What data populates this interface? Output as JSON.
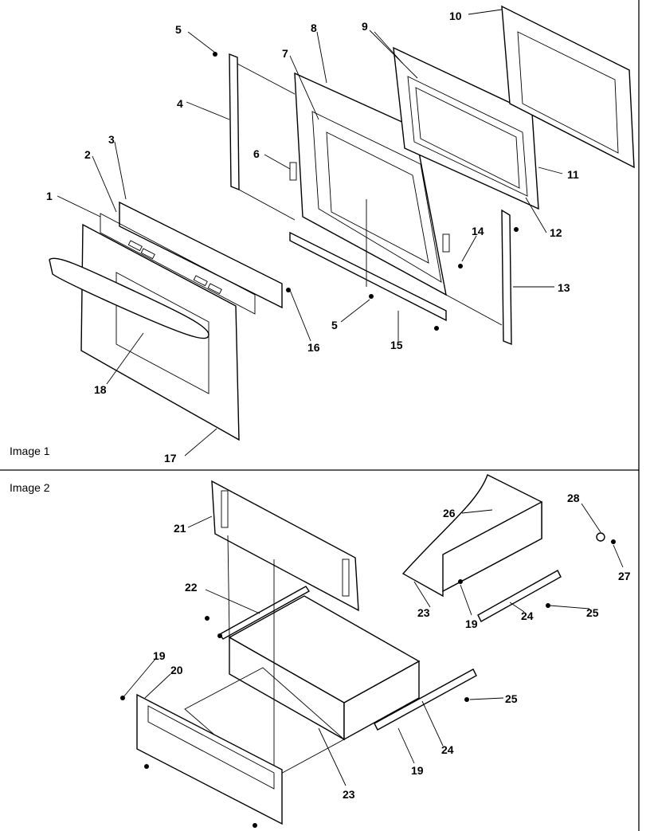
{
  "captions": {
    "image1": "Image 1",
    "image2": "Image 2"
  },
  "colors": {
    "ink": "#000000",
    "background": "#ffffff"
  },
  "image1_callouts": [
    "1",
    "2",
    "3",
    "4",
    "5",
    "6",
    "7",
    "8",
    "9",
    "10",
    "11",
    "12",
    "13",
    "14",
    "5",
    "15",
    "16",
    "17",
    "18"
  ],
  "image2_callouts": [
    "21",
    "22",
    "19",
    "20",
    "23",
    "24",
    "19",
    "25",
    "26",
    "28",
    "27",
    "23",
    "19",
    "24",
    "25"
  ]
}
